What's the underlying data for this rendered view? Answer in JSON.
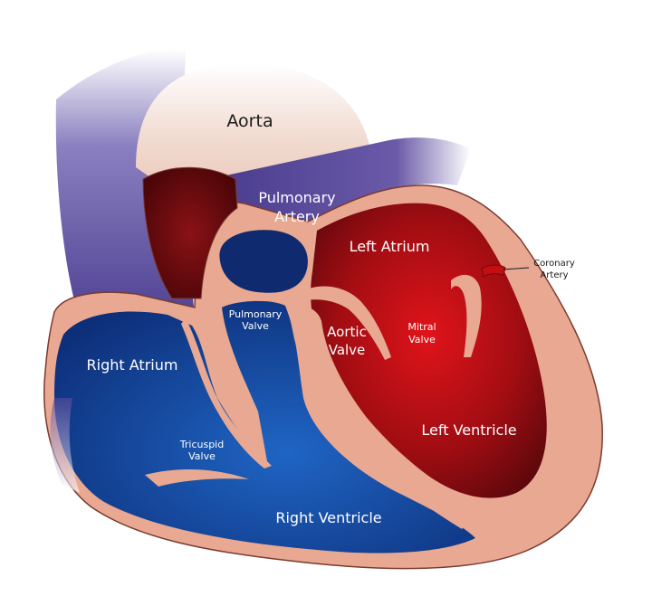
{
  "colors": {
    "tissue": "#e8a892",
    "tissue_edge": "#7a3a2e",
    "aorta_pale": "#efd6cb",
    "vein_purple": "#5a4a9a",
    "deoxygenated_blue": "#1c4fa8",
    "oxygenated_red": "#c40e12",
    "dark_red": "#6e0a0e"
  },
  "labels": {
    "aorta": "Aorta",
    "pulmonary_artery_line1": "Pulmonary",
    "pulmonary_artery_line2": "Artery",
    "left_atrium": "Left Atrium",
    "coronary_artery_line1": "Coronary",
    "coronary_artery_line2": "Artery",
    "pulmonary_valve_line1": "Pulmonary",
    "pulmonary_valve_line2": "Valve",
    "aortic_valve_line1": "Aortic",
    "aortic_valve_line2": "Valve",
    "mitral_valve_line1": "Mitral",
    "mitral_valve_line2": "Valve",
    "right_atrium": "Right Atrium",
    "tricuspid_valve_line1": "Tricuspid",
    "tricuspid_valve_line2": "Valve",
    "left_ventricle": "Left Ventricle",
    "right_ventricle": "Right Ventricle"
  }
}
